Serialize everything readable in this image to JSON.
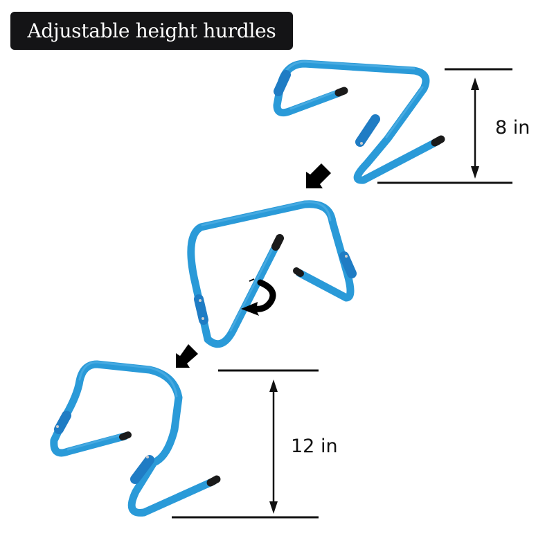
{
  "title": "Adjustable height hurdles",
  "colors": {
    "tube": "#2a9ad8",
    "tube_highlight": "#5fb8ea",
    "sleeve": "#1f7cc4",
    "end_cap": "#1a1a1a",
    "title_bg": "#141416",
    "title_text": "#ffffff",
    "lines": "#111111"
  },
  "hurdles": [
    {
      "id": "hurdle-8in",
      "position": "top-right",
      "height_label": "8 in"
    },
    {
      "id": "hurdle-folding",
      "position": "middle",
      "note": "adjusting / rotating state"
    },
    {
      "id": "hurdle-12in",
      "position": "bottom-left",
      "height_label": "12 in"
    }
  ],
  "dimensions": {
    "top": {
      "label": "8 in"
    },
    "bottom": {
      "label": "12 in"
    }
  },
  "arrows": [
    {
      "name": "down-left-arrow-1",
      "direction": "down-left"
    },
    {
      "name": "rotate-arrow",
      "direction": "counter-clockwise"
    },
    {
      "name": "down-left-arrow-2",
      "direction": "down-left"
    }
  ]
}
